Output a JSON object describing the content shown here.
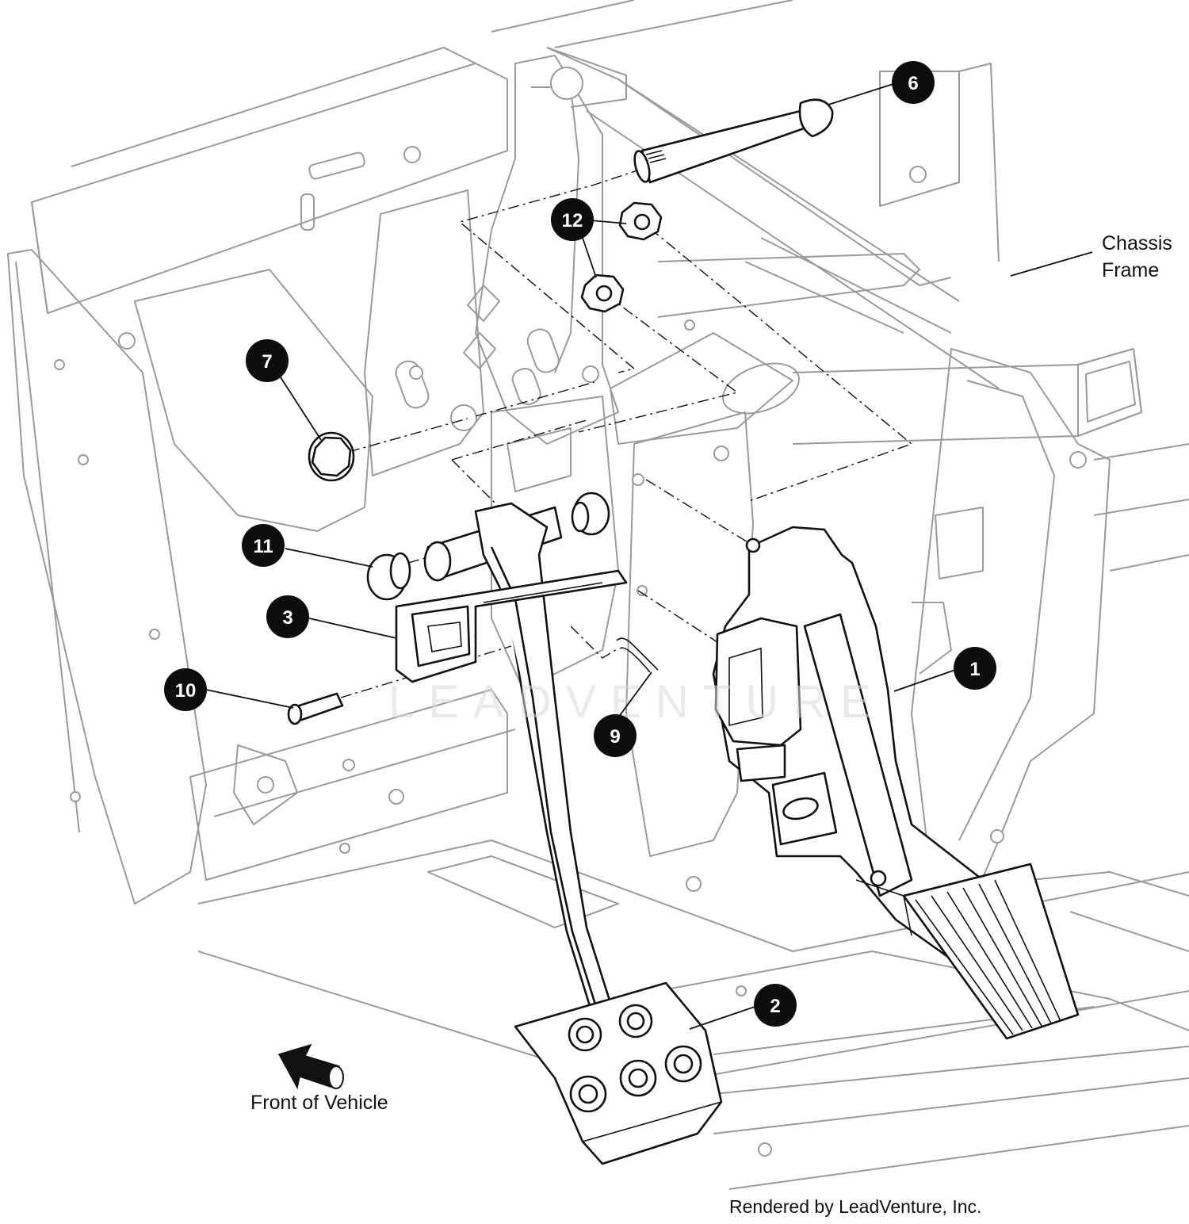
{
  "callouts": [
    {
      "number": "1"
    },
    {
      "number": "2"
    },
    {
      "number": "3"
    },
    {
      "number": "6"
    },
    {
      "number": "7"
    },
    {
      "number": "9"
    },
    {
      "number": "10"
    },
    {
      "number": "11"
    },
    {
      "number": "12"
    }
  ],
  "labels": {
    "chassis_frame_line1": "Chassis",
    "chassis_frame_line2": "Frame",
    "front_of_vehicle": "Front of Vehicle"
  },
  "watermark": "LEADVENTURE",
  "credit": "Rendered by LeadVenture, Inc."
}
